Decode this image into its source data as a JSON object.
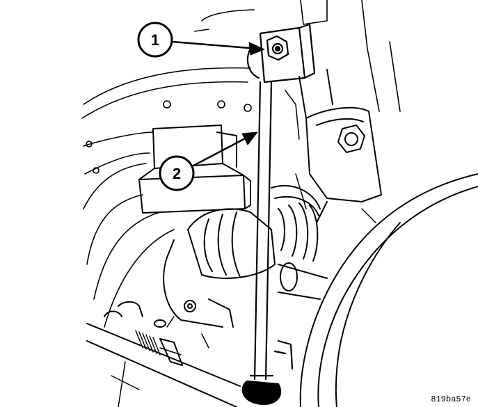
{
  "figure": {
    "callouts": [
      {
        "number": "1"
      },
      {
        "number": "2"
      }
    ],
    "figure_id": "819ba57e"
  },
  "colors": {
    "ink": "#000000",
    "paper": "#ffffff"
  }
}
